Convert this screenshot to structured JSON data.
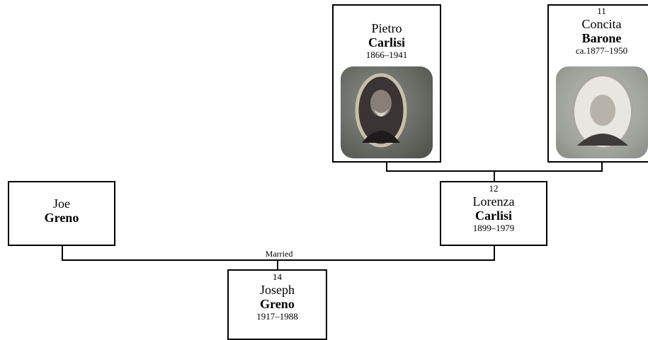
{
  "people": {
    "pietro": {
      "given": "Pietro",
      "surname": "Carlisi",
      "dates": "1866–1941",
      "photo": "portrait-photo"
    },
    "concita": {
      "number": "11",
      "given": "Concita",
      "surname": "Barone",
      "dates": "ca.1877–1950",
      "photo": "portrait-photo"
    },
    "joe": {
      "given": "Joe",
      "surname": "Greno"
    },
    "lorenza": {
      "number": "12",
      "given": "Lorenza",
      "surname": "Carlisi",
      "dates": "1899–1979"
    },
    "joseph": {
      "number": "14",
      "given": "Joseph",
      "surname": "Greno",
      "dates": "1917–1988"
    }
  },
  "relationships": {
    "joe_lorenza": "Married"
  }
}
